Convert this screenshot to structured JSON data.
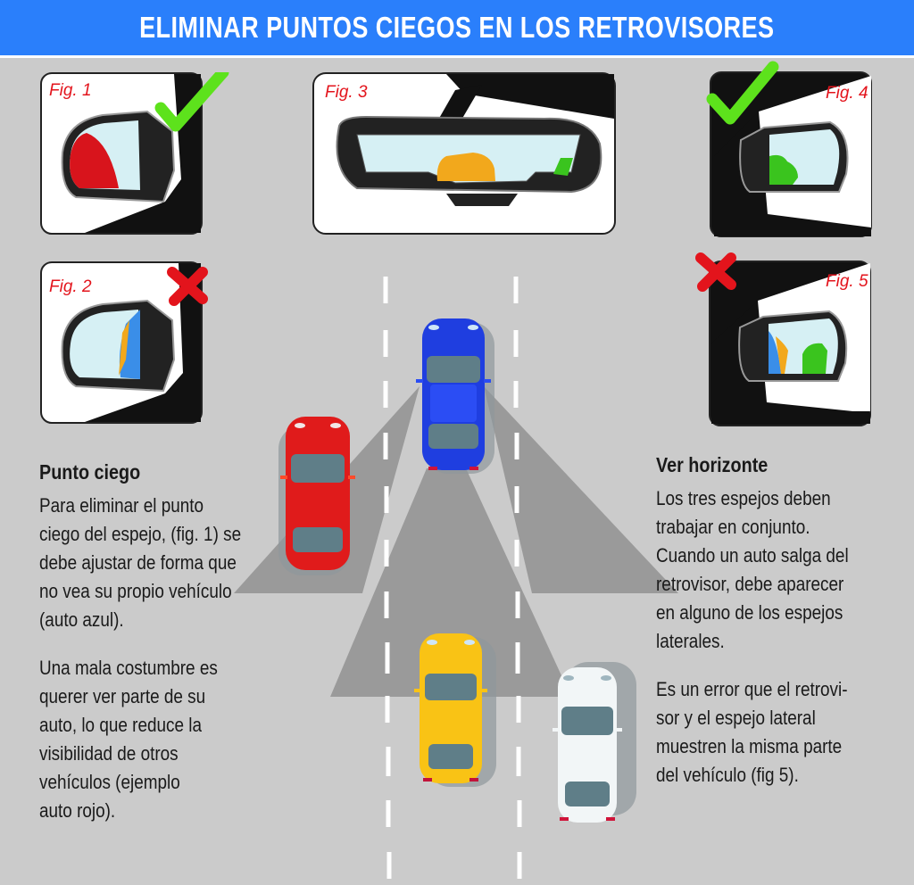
{
  "header": {
    "title": "ELIMINAR PUNTOS CIEGOS EN LOS RETROVISORES",
    "background_color": "#2a7ffb"
  },
  "figures": [
    {
      "label": "Fig. 1",
      "type": "side-mirror-left",
      "mark": "check-icon",
      "reflected_car_color": "#d8141c"
    },
    {
      "label": "Fig. 2",
      "type": "side-mirror-left",
      "mark": "cross-icon",
      "reflected_car_color": "#3a8ee8"
    },
    {
      "label": "Fig. 3",
      "type": "rearview-mirror",
      "mark": null,
      "reflected_car_colors": [
        "#f2a81c",
        "#3ac41e"
      ]
    },
    {
      "label": "Fig. 4",
      "type": "side-mirror-right",
      "mark": "check-icon",
      "reflected_car_color": "#3ac41e"
    },
    {
      "label": "Fig. 5",
      "type": "side-mirror-right",
      "mark": "cross-icon",
      "reflected_car_colors": [
        "#3a8ee8",
        "#3ac41e"
      ]
    }
  ],
  "road": {
    "cars": [
      {
        "name": "blue-car",
        "color": "#1f3ee0",
        "role": "own vehicle"
      },
      {
        "name": "red-car",
        "color": "#e01b1b",
        "role": "left lane"
      },
      {
        "name": "yellow-car",
        "color": "#f9c315",
        "role": "behind"
      },
      {
        "name": "white-car",
        "color": "#f2f6f7",
        "role": "right lane"
      }
    ]
  },
  "left_panel": {
    "heading": "Punto ciego",
    "paragraph_1": "Para eliminar el punto\nciego del espejo, (fig. 1) se\ndebe ajustar de forma que\nno vea su propio vehículo\n(auto azul).",
    "paragraph_2": "Una mala costumbre es\nquerer ver parte de su\nauto, lo que reduce la\nvisibilidad de otros\nvehículos (ejemplo\nauto rojo)."
  },
  "right_panel": {
    "heading": "Ver horizonte",
    "paragraph_1": "Los tres espejos deben\ntrabajar en conjunto.\nCuando un auto salga del\nretrovisor, debe aparecer\nen alguno de los espejos\nlaterales.",
    "paragraph_2": "Es un error que el retrovi-\nsor y el espejo lateral\nmuestren la misma parte\ndel vehículo (fig 5)."
  },
  "colors": {
    "background": "#cbcbcb",
    "cone": "#9a9a9a",
    "label_red": "#e3141c",
    "check_green": "#5de21c",
    "cross_red": "#e3141c"
  }
}
